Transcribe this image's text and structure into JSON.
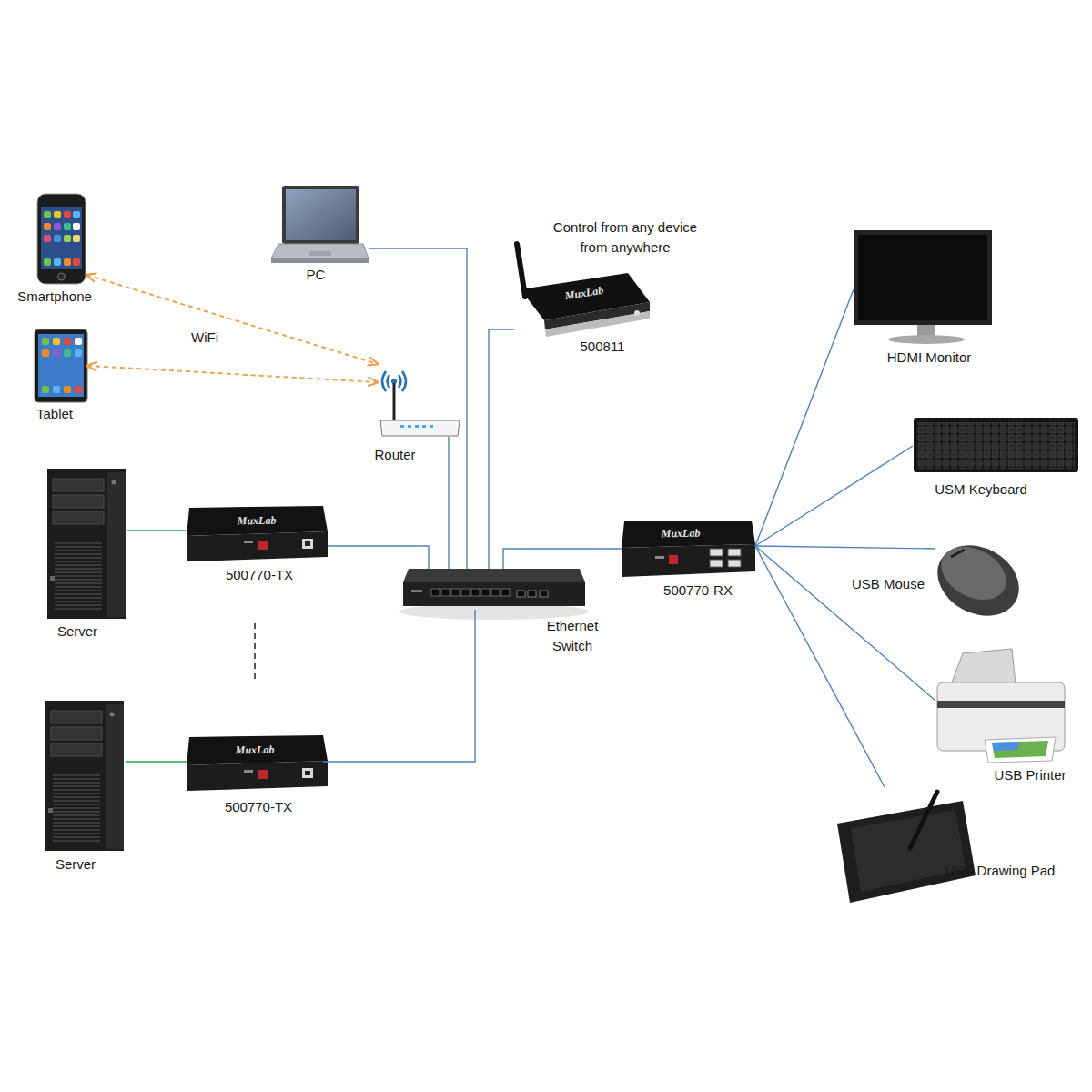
{
  "diagram": {
    "nodes": [
      {
        "text": [
          "Smartphone"
        ]
      },
      {
        "text": [
          "PC"
        ]
      },
      {
        "text": [
          "Control from any device from anywhere",
          "500811"
        ]
      },
      {
        "text": [
          "HDMI Monitor"
        ]
      },
      {
        "text": [
          "Tablet"
        ]
      },
      {
        "text": [
          "Router"
        ]
      },
      {
        "text": [
          "USM Keyboard"
        ]
      },
      {
        "text": [
          "Server"
        ]
      },
      {
        "text": [
          "500770-TX"
        ]
      },
      {
        "text": [
          "Ethernet Switch"
        ]
      },
      {
        "text": [
          "500770-RX"
        ]
      },
      {
        "text": [
          "USB Mouse"
        ]
      },
      {
        "text": [
          "USB Printer"
        ]
      },
      {
        "text": [
          "Server"
        ]
      },
      {
        "text": [
          "500770-TX"
        ]
      },
      {
        "text": [
          "USB Drawing Pad"
        ]
      }
    ],
    "edges": [
      {
        "from": 0,
        "to": 5,
        "arrow": "both"
      },
      {
        "from": 4,
        "to": 5,
        "arrow": "both"
      },
      {
        "from": 1,
        "to": 9,
        "arrow": "none"
      },
      {
        "from": 2,
        "to": 9,
        "arrow": "none"
      },
      {
        "from": 5,
        "to": 9,
        "arrow": "none"
      },
      {
        "from": 7,
        "to": 8,
        "arrow": "none"
      },
      {
        "from": 8,
        "to": 9,
        "arrow": "none"
      },
      {
        "from": 13,
        "to": 14,
        "arrow": "none"
      },
      {
        "from": 14,
        "to": 9,
        "arrow": "none"
      },
      {
        "from": 9,
        "to": 10,
        "arrow": "none"
      },
      {
        "from": 10,
        "to": 3,
        "arrow": "none"
      },
      {
        "from": 10,
        "to": 6,
        "arrow": "none"
      },
      {
        "from": 10,
        "to": 11,
        "arrow": "none"
      },
      {
        "from": 10,
        "to": 12,
        "arrow": "none"
      },
      {
        "from": 10,
        "to": 15,
        "arrow": "none"
      }
    ],
    "labels": [
      "WiFi",
      "MuxLab",
      "MuxLab",
      "MuxLab",
      "MuxLab"
    ]
  }
}
